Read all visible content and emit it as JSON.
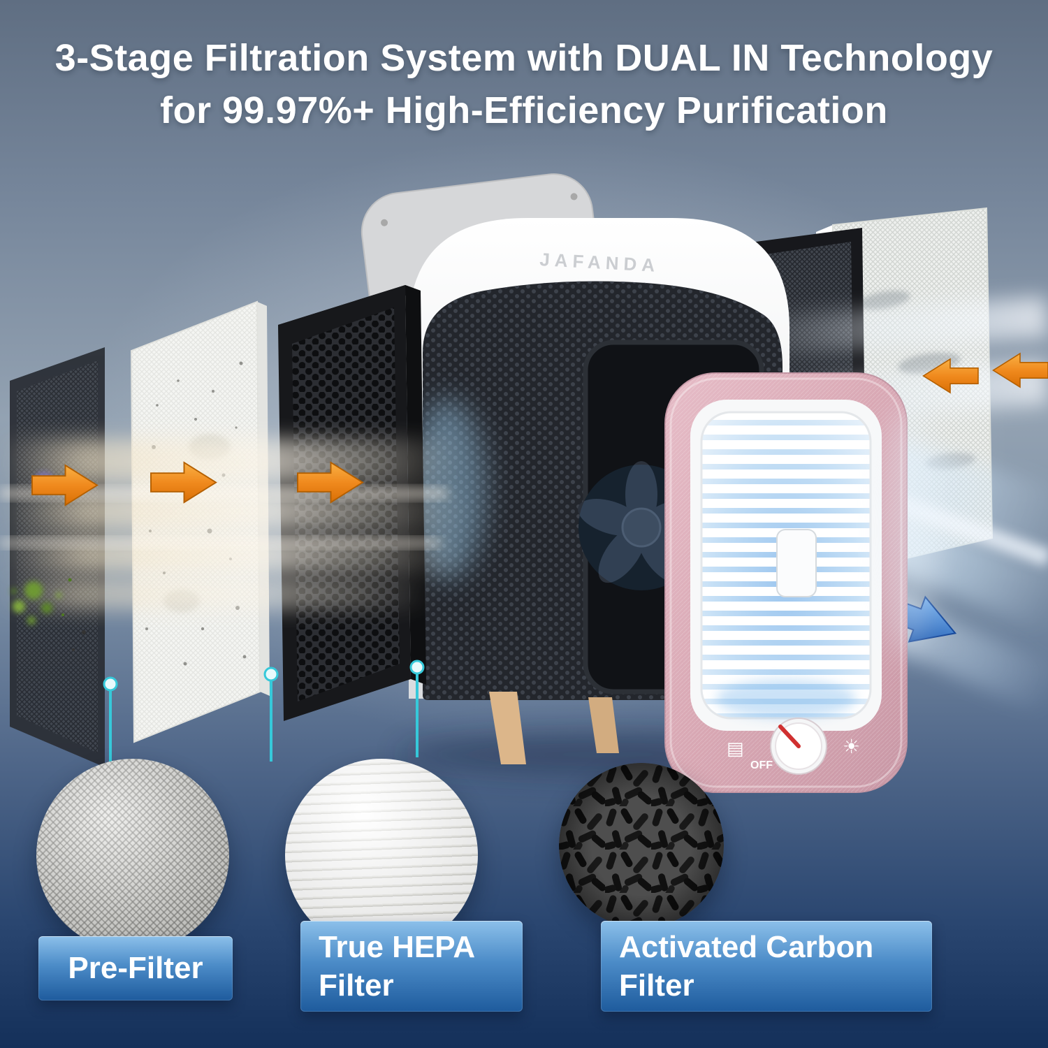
{
  "title": {
    "line1": "3-Stage Filtration System with DUAL IN Technology",
    "line2": "for 99.97%+ High-Efficiency Purification"
  },
  "device": {
    "brand": "JAFANDA",
    "control": {
      "off_label": "OFF"
    }
  },
  "stages": [
    {
      "id": "pre-filter",
      "label": "Pre-Filter"
    },
    {
      "id": "true-hepa-filter",
      "label": "True HEPA Filter"
    },
    {
      "id": "activated-carbon-filter",
      "label": "Activated Carbon Filter"
    }
  ],
  "icons": {
    "filter_indicator": "▤",
    "light": "☀"
  },
  "colors": {
    "accent_cyan": "#36c9da",
    "arrow_orange": "#f08a1e",
    "arrow_blue": "#2a6ac0",
    "label_gradient_top": "#8cc0ea",
    "label_gradient_bottom": "#1e5b9d",
    "front_panel_pink": "#d8a7b3"
  }
}
